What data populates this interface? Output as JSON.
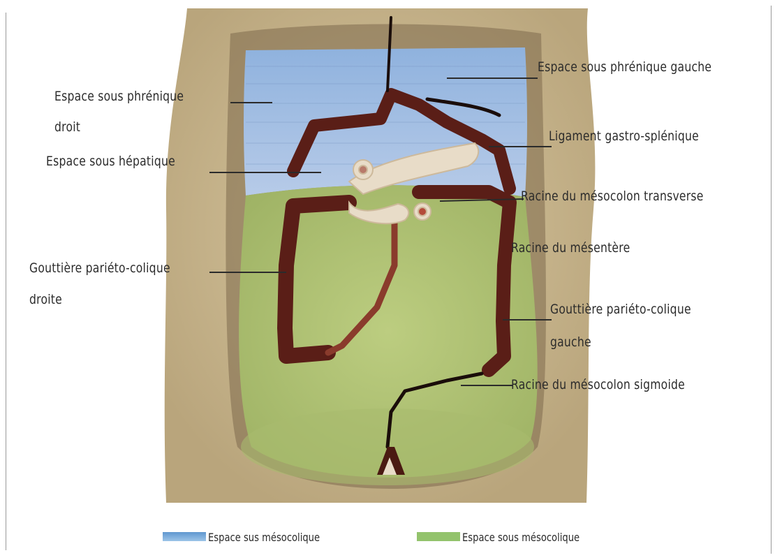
{
  "labels": {
    "sous_phrenique_gauche": "Espace sous phrénique gauche",
    "sous_phrenique_droit_1": "Espace sous phrénique",
    "sous_phrenique_droit_2": "droit",
    "gastro_splenique": "Ligament gastro-splénique",
    "sous_hepatique": "Espace sous hépatique",
    "mesocolon_transverse": "Racine du mésocolon transverse",
    "mesentere": "Racine du mésentère",
    "gouttiere_droite_1": "Gouttière pariéto-colique",
    "gouttiere_droite_2": "droite",
    "gouttiere_gauche_1": "Gouttière pariéto-colique",
    "gouttiere_gauche_2": "gauche",
    "mesocolon_sigmoide": "Racine du mésocolon sigmoide"
  },
  "legend": [
    {
      "label": "Espace sus mésocolique",
      "color": "#7fb0da"
    },
    {
      "label": "Espace sous mésocolique",
      "color": "#93c36c"
    }
  ],
  "colors": {
    "supramesocolic": "#a9c3e6",
    "inframesocolic": "#b7c97a",
    "colon": "#5a1e17",
    "abdominal_wall": "#c9b68e"
  }
}
